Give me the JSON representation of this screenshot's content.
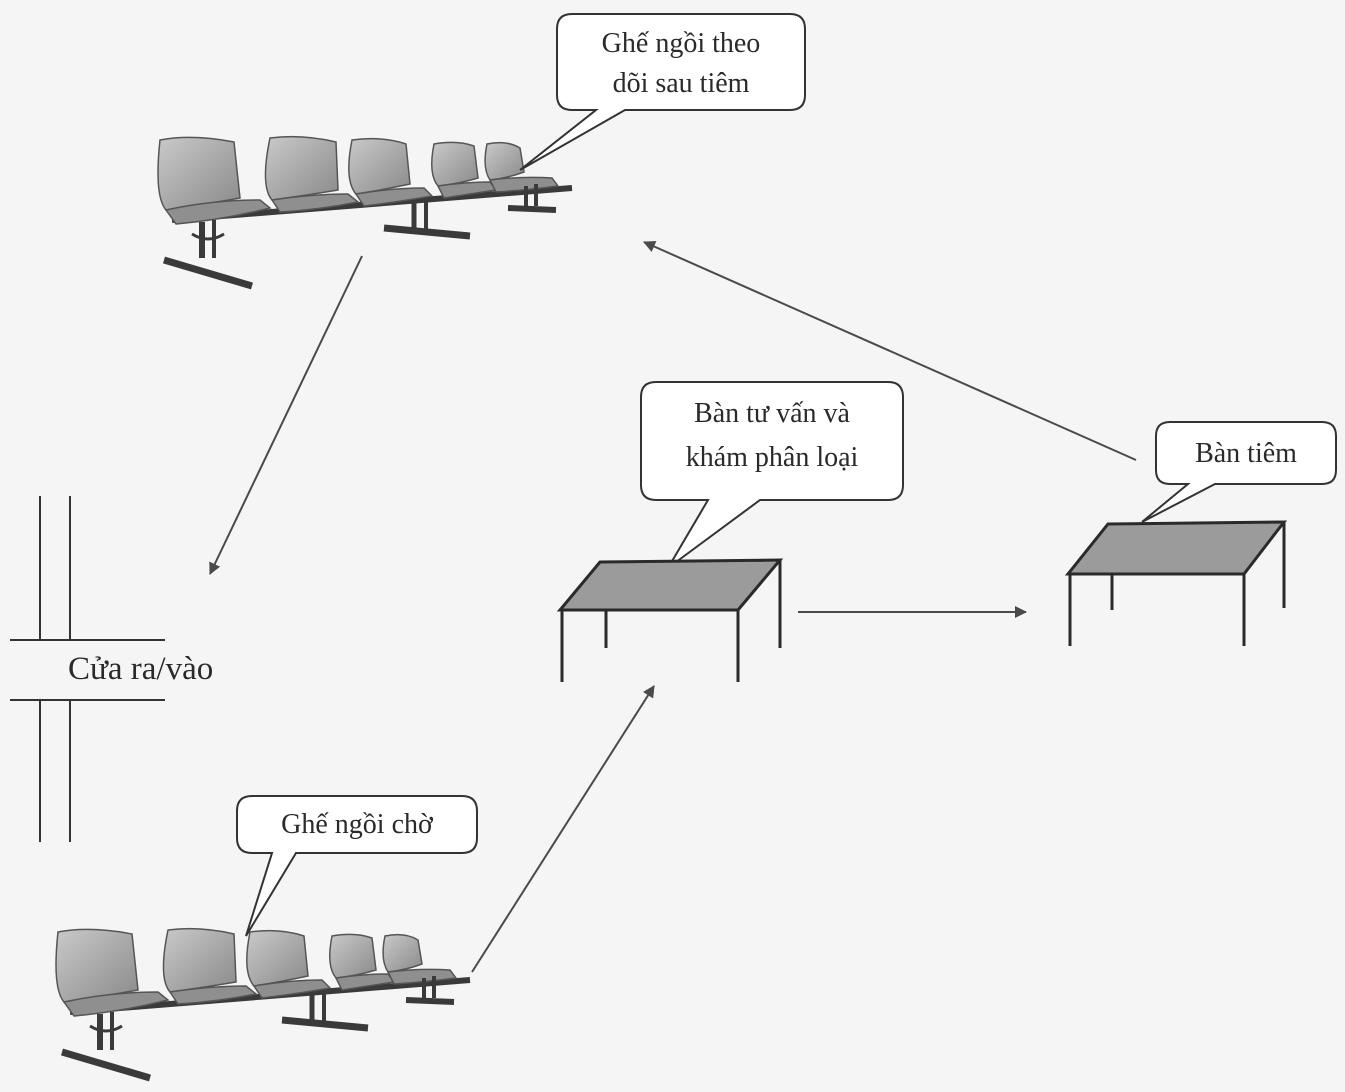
{
  "labels": {
    "post_seats_line1": "Ghế ngồi theo",
    "post_seats_line2": "dõi sau tiêm",
    "consult_line1": "Bàn tư vấn và",
    "consult_line2": "khám phân loại",
    "inject": "Bàn tiêm",
    "door": "Cửa ra/vào",
    "wait_seats": "Ghế ngồi chờ"
  },
  "icons": {
    "seating": "seat-row-icon",
    "table": "table-icon",
    "door": "door-icon",
    "arrow": "arrow-icon"
  },
  "colors": {
    "background": "#f5f5f5",
    "ink": "#2a2a2a",
    "table_top": "#9b9b9b",
    "seat_fill": "#a6a6a6"
  }
}
